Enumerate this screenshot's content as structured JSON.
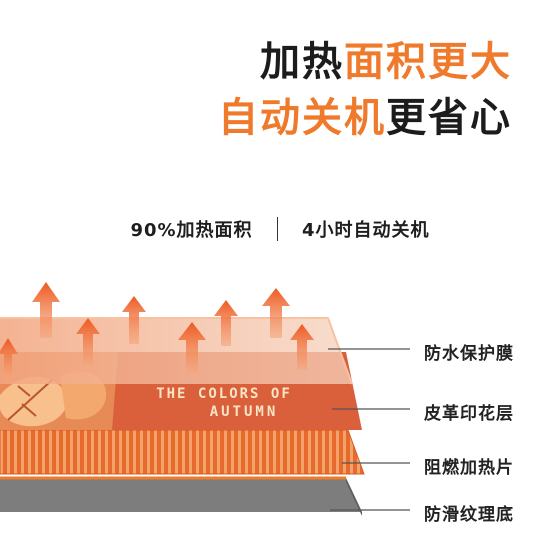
{
  "headline": {
    "line1_dark": "加热",
    "line1_accent": "面积更大",
    "line2_accent": "自动关机",
    "line2_dark": "更省心"
  },
  "specs": {
    "left": "90%加热面积",
    "right": "4小时自动关机"
  },
  "print_text": {
    "line1": "THE COLORS OF",
    "line2": "AUTUMN"
  },
  "layers": [
    {
      "label": "防水保护膜"
    },
    {
      "label": "皮革印花层"
    },
    {
      "label": "阻燃加热片"
    },
    {
      "label": "防滑纹理底"
    }
  ],
  "colors": {
    "accent": "#f07a2b",
    "dark_text": "#1c1c1c",
    "print_layer": "#d9603b",
    "heating_layer": "#e86c2c",
    "base_layer": "#7f7f7f"
  }
}
